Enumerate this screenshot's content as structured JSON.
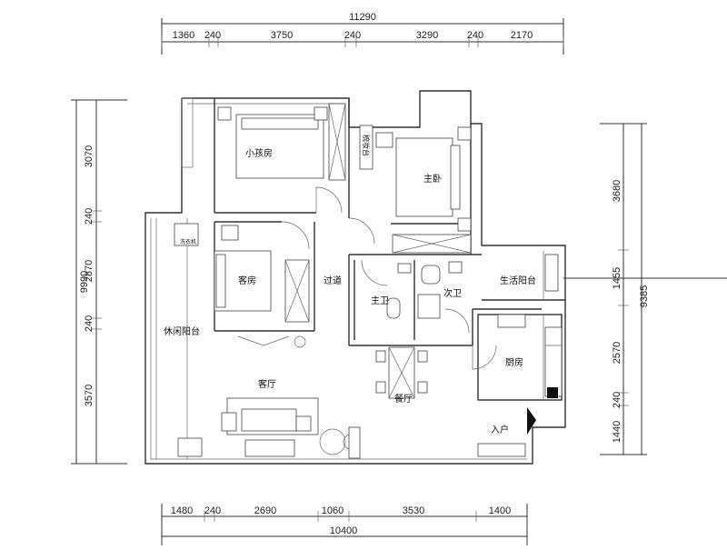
{
  "dimensions": {
    "top_total": "11290",
    "top_segments": [
      "1360",
      "240",
      "3750",
      "240",
      "3290",
      "240",
      "2170"
    ],
    "bottom_total": "10400",
    "bottom_segments": [
      "1480",
      "240",
      "2690",
      "1060",
      "3530",
      "1400"
    ],
    "left_total": "9990",
    "left_segments": [
      "3070",
      "240",
      "2870",
      "240",
      "3570"
    ],
    "right_total": "9385",
    "right_segments": [
      "3680",
      "1455",
      "2570",
      "240",
      "1440"
    ]
  },
  "rooms": {
    "kids_room": "小孩房",
    "master_bedroom": "主卧",
    "guest_room": "客房",
    "hallway": "过道",
    "master_bath": "主卫",
    "second_bath": "次卫",
    "utility_balcony": "生活阳台",
    "leisure_balcony": "休闲阳台",
    "living_room": "客厅",
    "dining_room": "餐厅",
    "kitchen": "厨房",
    "entrance": "入户"
  },
  "labels": {
    "study_desk": "梳妆台",
    "washer": "洗衣机"
  }
}
